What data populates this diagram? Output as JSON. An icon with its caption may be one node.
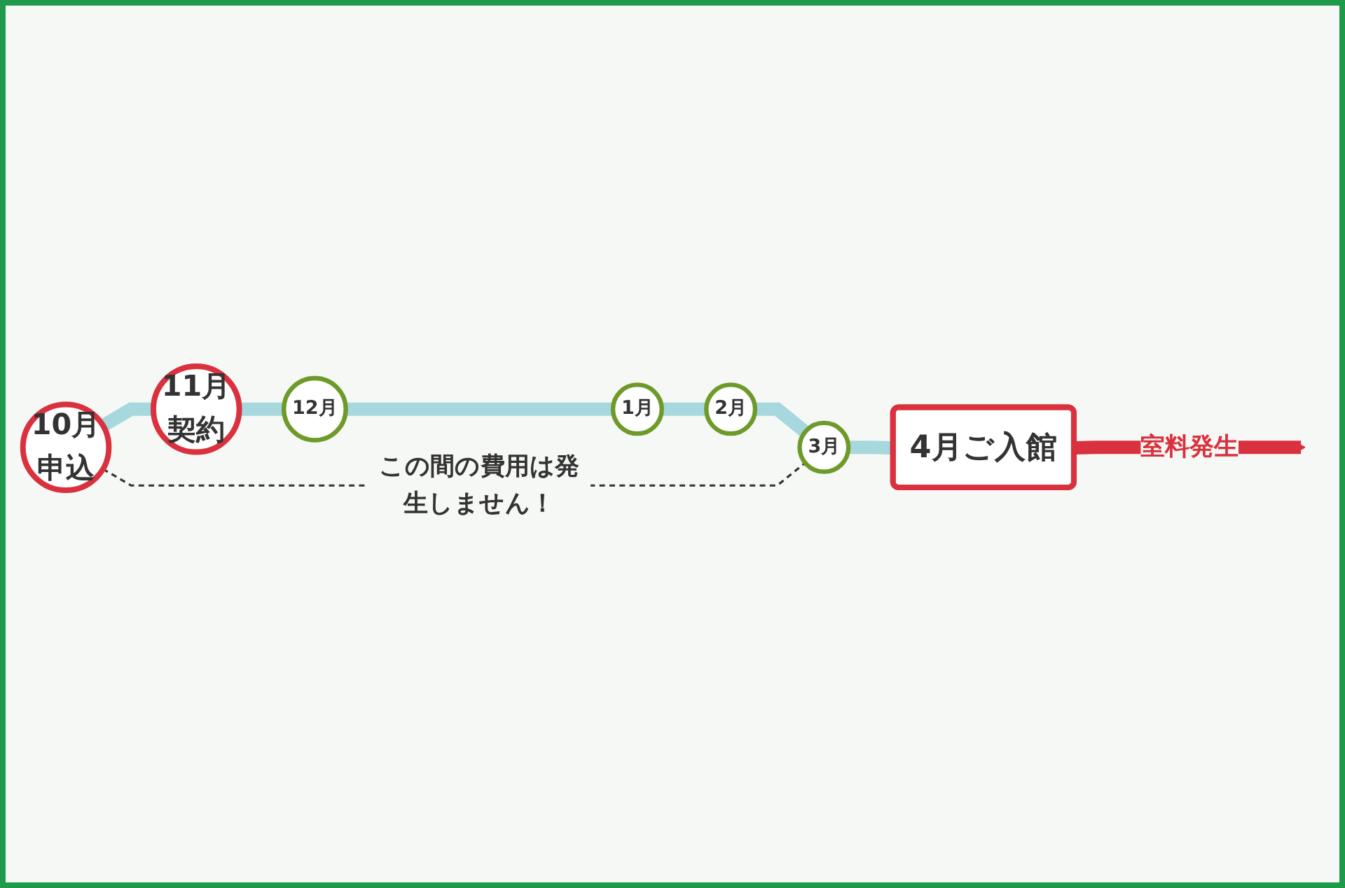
{
  "diagram": {
    "nodes": [
      {
        "text": [
          "10月",
          "申込"
        ]
      },
      {
        "text": [
          "11月",
          "契約"
        ]
      },
      {
        "text": [
          "12月"
        ]
      },
      {
        "text": [
          "1月"
        ]
      },
      {
        "text": [
          "2月"
        ]
      },
      {
        "text": [
          "3月"
        ]
      },
      {
        "text": [
          "4月ご入館"
        ]
      }
    ],
    "edges": [
      {
        "from": 0,
        "to": 1,
        "arrow": "none"
      },
      {
        "from": 1,
        "to": 2,
        "arrow": "none"
      },
      {
        "from": 2,
        "to": 3,
        "arrow": "none"
      },
      {
        "from": 3,
        "to": 4,
        "arrow": "none"
      },
      {
        "from": 4,
        "to": 5,
        "arrow": "none"
      },
      {
        "from": 5,
        "to": 6,
        "arrow": "none"
      },
      {
        "from": 0,
        "to": 5,
        "arrow": "none",
        "style": "dashed",
        "color": "#333333",
        "label": "この間の費用は発生しません！"
      },
      {
        "from": 6,
        "to": null,
        "arrow": "to",
        "color": "#d9313e",
        "label": "室料発生"
      }
    ]
  }
}
